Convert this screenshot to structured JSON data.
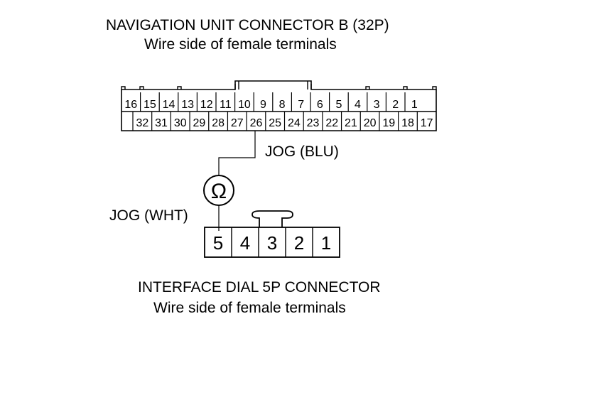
{
  "connector_b": {
    "title": "NAVIGATION UNIT CONNECTOR B (32P)",
    "subtitle": "Wire side of female terminals",
    "top_row": [
      "16",
      "15",
      "14",
      "13",
      "12",
      "11",
      "10",
      "9",
      "8",
      "7",
      "6",
      "5",
      "4",
      "3",
      "2",
      "1"
    ],
    "bottom_row": [
      "",
      "32",
      "31",
      "30",
      "29",
      "28",
      "27",
      "26",
      "25",
      "24",
      "23",
      "22",
      "21",
      "20",
      "19",
      "18",
      "17"
    ]
  },
  "connector_5p": {
    "title": "INTERFACE DIAL 5P CONNECTOR",
    "subtitle": "Wire side of female terminals",
    "terminals": [
      "5",
      "4",
      "3",
      "2",
      "1"
    ]
  },
  "meter": {
    "symbol": "Ω"
  },
  "wires": {
    "blu_label": "JOG (BLU)",
    "wht_label": "JOG (WHT)"
  }
}
